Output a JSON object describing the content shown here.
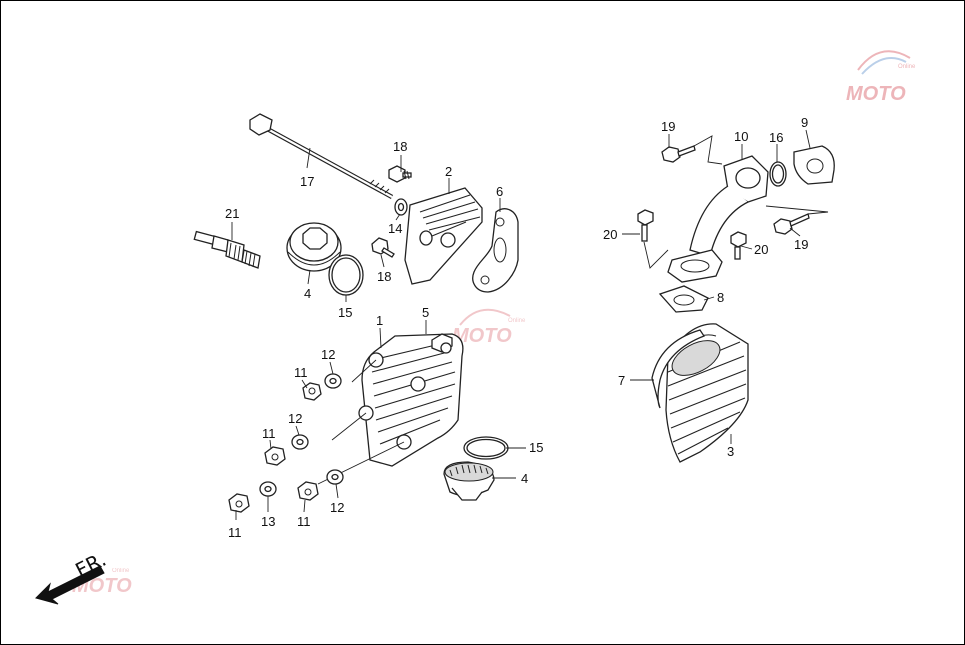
{
  "callouts": {
    "c17": "17",
    "c18a": "18",
    "c2": "2",
    "c6": "6",
    "c21": "21",
    "c14": "14",
    "c4a": "4",
    "c18b": "18",
    "c15a": "15",
    "c1": "1",
    "c5": "5",
    "c12a": "12",
    "c11a": "11",
    "c12b": "12",
    "c11b": "11",
    "c15b": "15",
    "c4b": "4",
    "c11c": "11",
    "c13": "13",
    "c11d": "11",
    "c12c": "12",
    "c19a": "19",
    "c10": "10",
    "c16": "16",
    "c9": "9",
    "c20a": "20",
    "c20b": "20",
    "c19b": "19",
    "c8": "8",
    "c7": "7",
    "c3": "3"
  },
  "front_marker": {
    "label": "FR."
  },
  "watermark": {
    "text": "MOTO",
    "tagline": "Online"
  }
}
